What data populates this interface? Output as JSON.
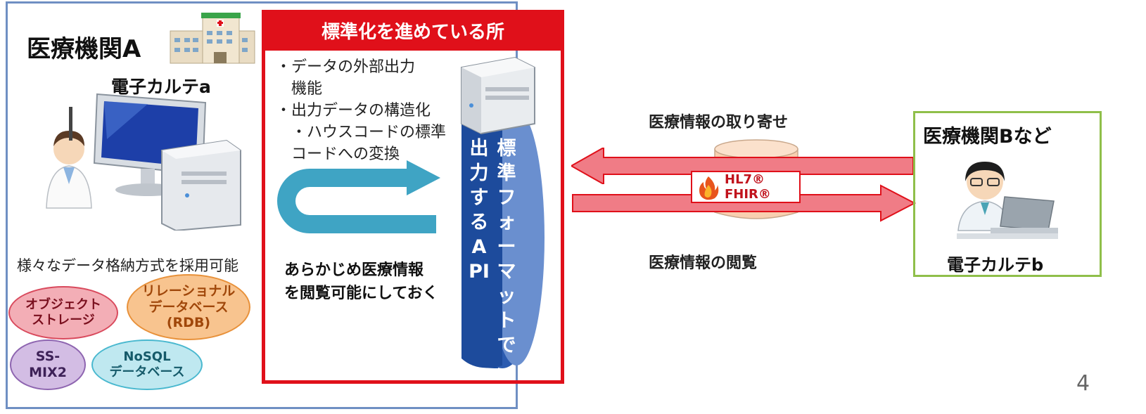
{
  "facility_a": {
    "title": "医療機関A",
    "emr_label": "電子カルテa",
    "storage_caption": "様々なデータ格納方式を採用可能",
    "storage_types": [
      {
        "label": "オブジェクト\nストレージ",
        "color": "#f3aeb6"
      },
      {
        "label": "リレーショナル\nデータベース\n(RDB)",
        "color": "#f8c48f"
      },
      {
        "label": "SS-\nMIX2",
        "color": "#d3bde4"
      },
      {
        "label": "NoSQL\nデータベース",
        "color": "#bfe8f0"
      }
    ]
  },
  "standardization": {
    "header": "標準化を進めている所",
    "notes": "・データの外部出力\n　機能\n・出力データの構造化\n　・ハウスコードの標準\n　コードへの変換",
    "bold_note": "あらかじめ医療情報\nを閲覧可能にしておく",
    "api_col1": "標準フォーマットで",
    "api_col2": "出力するAPI",
    "accent_color": "#e0101a"
  },
  "exchange": {
    "request_label": "医療情報の取り寄せ",
    "view_label": "医療情報の閲覧",
    "standard_label": "HL7® FHIR®",
    "standard_icon": "fire-icon"
  },
  "facility_b": {
    "title": "医療機関Bなど",
    "emr_label": "電子カルテb"
  },
  "page_number": "4"
}
